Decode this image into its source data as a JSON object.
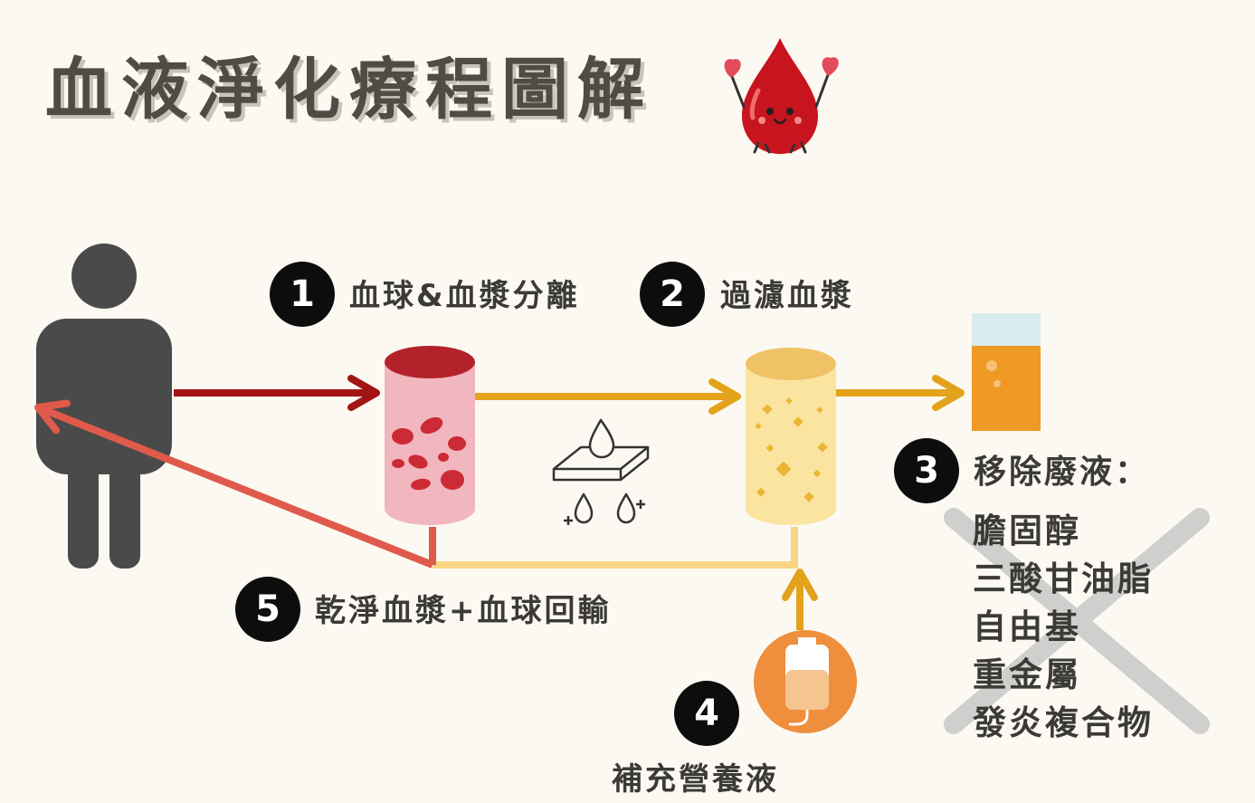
{
  "title": "血液淨化療程圖解",
  "steps": [
    {
      "number": "1",
      "label": "血球&血漿分離"
    },
    {
      "number": "2",
      "label": "過濾血漿"
    },
    {
      "number": "3",
      "label": "移除廢液："
    },
    {
      "number": "4",
      "label": "補充營養液"
    },
    {
      "number": "5",
      "label": "乾淨血漿+血球回輸"
    }
  ],
  "waste_items": [
    "膽固醇",
    "三酸甘油脂",
    "自由基",
    "重金屬",
    "發炎複合物"
  ],
  "colors": {
    "background": "#fbf9f1",
    "title": "#4e4c45",
    "person": "#4a4a4a",
    "arrow_blood_in": "#a31515",
    "arrow_plasma": "#e2a31b",
    "arrow_return": "#e05a4b",
    "return_plasma_line": "#fad483",
    "blood_column": "#f2b6bf",
    "filter_column": "#fbe3a0",
    "waste_liquid": "#ee9a25",
    "nutrient_bag": "#ef8e3c",
    "cross": "#c8c8c8"
  },
  "icons": [
    "blood-drop-mascot-icon",
    "person-icon",
    "blood-separator-column-icon",
    "plasma-filter-column-icon",
    "filtration-membrane-icon",
    "waste-glass-icon",
    "iv-bag-icon",
    "cross-out-icon"
  ]
}
